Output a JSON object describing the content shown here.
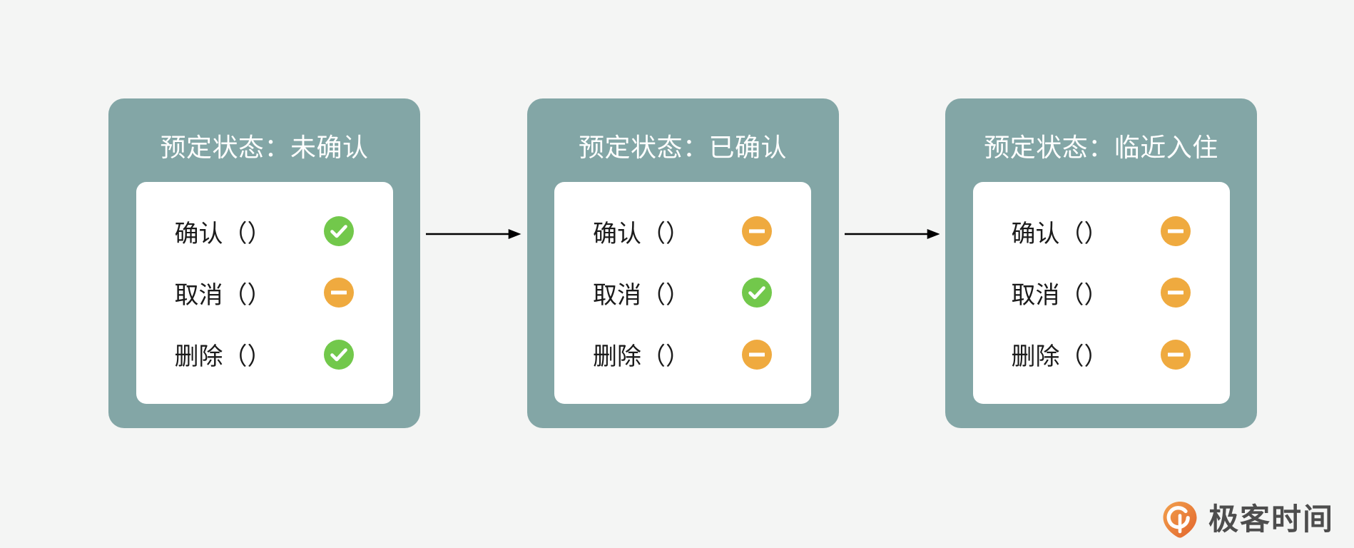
{
  "canvas": {
    "background_color": "#f4f5f4",
    "card_color": "#83a6a6",
    "panel_color": "#ffffff",
    "title_color": "#ffffff",
    "label_color": "#1b1b1b",
    "arrow_color": "#000000"
  },
  "diagram": {
    "type": "state-flow",
    "cards": [
      {
        "title": "预定状态：未确认",
        "operations": [
          {
            "label": "确认（）",
            "status": "allowed",
            "icon": "check-circle-icon",
            "color": "#72c84b"
          },
          {
            "label": "取消（）",
            "status": "not-allowed",
            "icon": "minus-circle-icon",
            "color": "#efaa3f"
          },
          {
            "label": "删除（）",
            "status": "allowed",
            "icon": "check-circle-icon",
            "color": "#72c84b"
          }
        ]
      },
      {
        "title": "预定状态：已确认",
        "operations": [
          {
            "label": "确认（）",
            "status": "not-allowed",
            "icon": "minus-circle-icon",
            "color": "#efaa3f"
          },
          {
            "label": "取消（）",
            "status": "allowed",
            "icon": "check-circle-icon",
            "color": "#72c84b"
          },
          {
            "label": "删除（）",
            "status": "not-allowed",
            "icon": "minus-circle-icon",
            "color": "#efaa3f"
          }
        ]
      },
      {
        "title": "预定状态：临近入住",
        "operations": [
          {
            "label": "确认（）",
            "status": "not-allowed",
            "icon": "minus-circle-icon",
            "color": "#efaa3f"
          },
          {
            "label": "取消（）",
            "status": "not-allowed",
            "icon": "minus-circle-icon",
            "color": "#efaa3f"
          },
          {
            "label": "删除（）",
            "status": "not-allowed",
            "icon": "minus-circle-icon",
            "color": "#efaa3f"
          }
        ]
      }
    ],
    "connectors": [
      {
        "from": "预定状态：未确认",
        "to": "预定状态：已确认",
        "style": "arrow-right"
      },
      {
        "from": "预定状态：已确认",
        "to": "预定状态：临近入住",
        "style": "arrow-right"
      }
    ]
  },
  "watermark": {
    "text": "极客时间",
    "logo_icon": "geekbang-pin-logo-icon",
    "logo_color": "#e8702a",
    "text_color": "#4a4a4a"
  }
}
